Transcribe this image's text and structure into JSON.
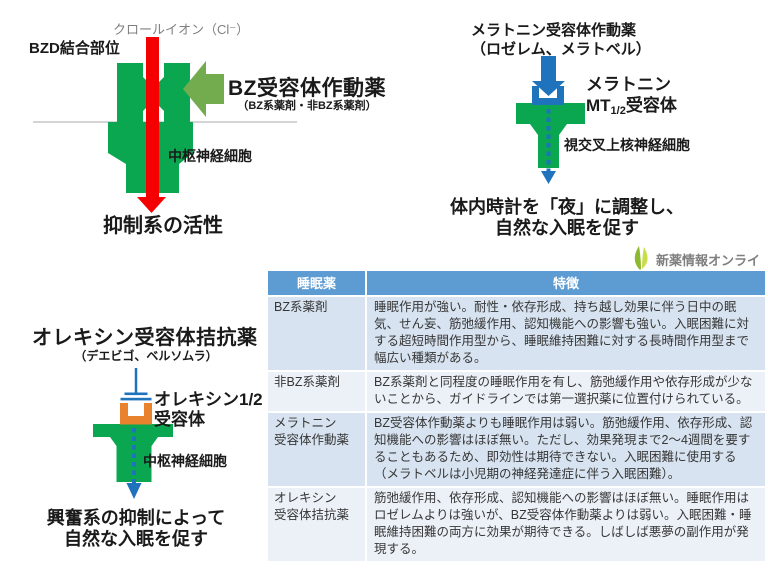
{
  "bz_diagram": {
    "chloride_label": "クロールイオン（Cl⁻）",
    "bzd_site_label": "BZD結合部位",
    "drug_label": "BZ受容体作動薬",
    "drug_sublabel": "（BZ系薬剤・非BZ系薬剤）",
    "cell_label": "中枢神経細胞",
    "effect_label": "抑制系の活性"
  },
  "melatonin_diagram": {
    "drug_label": "メラトニン受容体作動薬",
    "drug_sublabel": "（ロゼレム、メラトベル）",
    "receptor_line1": "メラトニン",
    "receptor_prefix": "MT",
    "receptor_sub": "1/2",
    "receptor_suffix": "受容体",
    "cell_label": "視交叉上核神経細胞",
    "effect_line1": "体内時計を「夜」に調整し、",
    "effect_line2": "自然な入眠を促す"
  },
  "orexin_diagram": {
    "drug_label": "オレキシン受容体拮抗薬",
    "drug_sublabel": "（デエビゴ、ベルソムラ）",
    "receptor_line1": "オレキシン1/2",
    "receptor_line2": "受容体",
    "cell_label": "中枢神経細胞",
    "effect_line1": "興奮系の抑制によって",
    "effect_line2": "自然な入眠を促す"
  },
  "logo": {
    "text": "新薬情報オンライン"
  },
  "table": {
    "headers": [
      "睡眠薬",
      "特徴"
    ],
    "rows": [
      {
        "name": "BZ系薬剤",
        "desc": "睡眠作用が強い。耐性・依存形成、持ち越し効果に伴う日中の眠気、せん妄、筋弛緩作用、認知機能への影響も強い。入眠困難に対する超短時間作用型から、睡眠維持困難に対する長時間作用型まで幅広い種類がある。"
      },
      {
        "name": "非BZ系薬剤",
        "desc": "BZ系薬剤と同程度の睡眠作用を有し、筋弛緩作用や依存形成が少ないことから、ガイドラインでは第一選択薬に位置付けられている。"
      },
      {
        "name": "メラトニン\n受容体作動薬",
        "desc": "BZ受容体作動薬よりも睡眠作用は弱い。筋弛緩作用、依存形成、認知機能への影響はほぼ無い。ただし、効果発現まで2～4週間を要することもあるため、即効性は期待できない。入眠困難に使用する（メラトベルは小児期の神経発達症に伴う入眠困難）。"
      },
      {
        "name": "オレキシン\n受容体拮抗薬",
        "desc": "筋弛緩作用、依存形成、認知機能への影響はほぼ無い。睡眠作用はロゼレムよりは強いが、BZ受容体作動薬よりは弱い。入眠困難・睡眠維持困難の両方に効果が期待できる。しばしば悪夢の副作用が発現する。"
      }
    ]
  },
  "colors": {
    "receptor_green": "#0aa650",
    "agonist_arrow_green": "#72ac4e",
    "chloride_arrow_red": "#f50000",
    "signal_blue": "#1f73bc",
    "orexin_cup_orange": "#e8822c",
    "table_header_blue": "#5d9bd3",
    "table_band_dark": "#d7e3f0",
    "table_band_light": "#ecf1f8"
  }
}
